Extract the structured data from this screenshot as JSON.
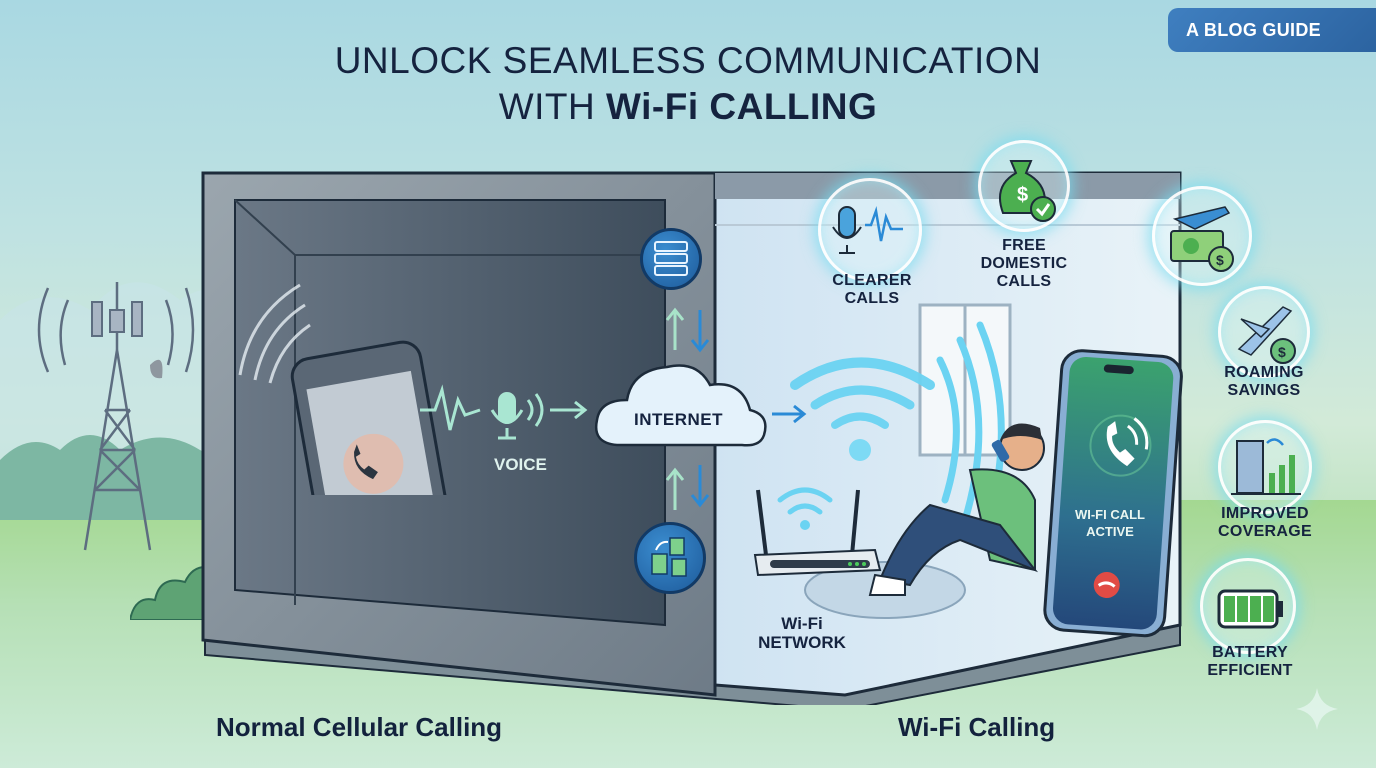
{
  "badge": {
    "label": "A BLOG GUIDE"
  },
  "title": {
    "line1": "UNLOCK SEAMLESS COMMUNICATION",
    "line2_prefix": "WITH ",
    "line2_bold": "Wi-Fi CALLING"
  },
  "left_scene": {
    "caption": "Normal Cellular Calling",
    "voice_label": "VOICE",
    "icons": [
      "cell-tower-icon",
      "phone-icon",
      "microphone-icon",
      "soundwave-icon"
    ]
  },
  "center": {
    "internet_label": "INTERNET",
    "icons": [
      "server-icon",
      "cloud-icon",
      "file-transfer-icon"
    ]
  },
  "right_scene": {
    "caption": "Wi-Fi Calling",
    "router_label_line1": "Wi-Fi",
    "router_label_line2": "NETWORK",
    "phone_status_line1": "WI-FI CALL",
    "phone_status_line2": "ACTIVE"
  },
  "features": [
    {
      "id": "clearer-calls",
      "line1": "CLEARER",
      "line2": "CALLS",
      "icon": "microphone-wave-icon"
    },
    {
      "id": "free-domestic-calls",
      "line1": "FREE",
      "line2": "DOMESTIC",
      "line3": "CALLS",
      "icon": "money-bag-check-icon"
    },
    {
      "id": "travel-money",
      "line1": "",
      "line2": "",
      "icon": "plane-money-icon"
    },
    {
      "id": "roaming-savings",
      "line1": "ROAMING",
      "line2": "SAVINGS",
      "icon": "plane-dollar-icon"
    },
    {
      "id": "improved-coverage",
      "line1": "IMPROVED",
      "line2": "COVERAGE",
      "icon": "building-signal-icon"
    },
    {
      "id": "battery-efficient",
      "line1": "BATTERY",
      "line2": "EFFICIENT",
      "icon": "battery-full-icon"
    }
  ],
  "colors": {
    "title": "#15233f",
    "badge": "#2f6aa8",
    "wifi_glow": "#5fd0f0",
    "money_green": "#4caf50",
    "concrete": "#7f8b96"
  }
}
